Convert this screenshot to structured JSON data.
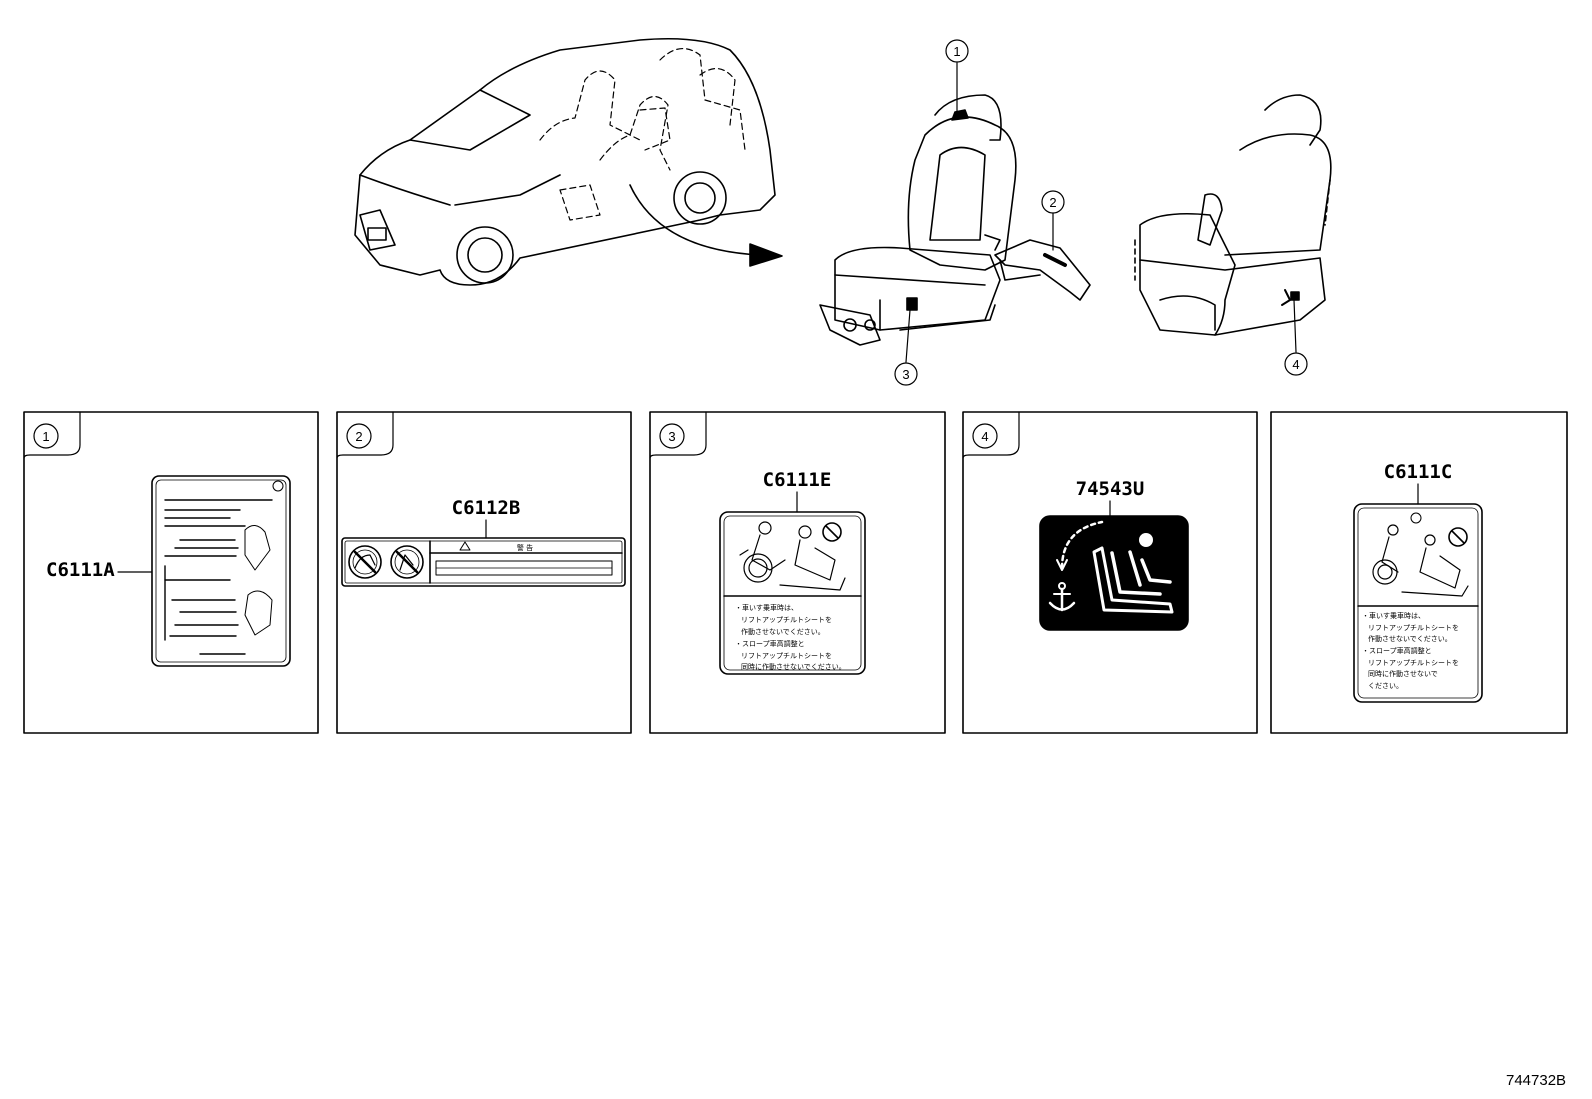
{
  "overview": {
    "callouts": [
      "1",
      "2",
      "3",
      "4"
    ]
  },
  "panels": [
    {
      "callout": "1",
      "part_code": "C6111A"
    },
    {
      "callout": "2",
      "part_code": "C6112B",
      "label_header": "警 告"
    },
    {
      "callout": "3",
      "part_code": "C6111E",
      "label_lines": [
        "・車いす乗車時は、",
        "リフトアップチルトシートを",
        "作動させないでください。",
        "・スロープ車高調整と",
        "リフトアップチルトシートを",
        "同時に作動させないでください。"
      ]
    },
    {
      "callout": "4",
      "part_code": "74543U"
    },
    {
      "callout": "",
      "part_code": "C6111C",
      "label_lines": [
        "・車いす乗車時は、",
        "リフトアップチルトシートを",
        "作動させないでください。",
        "・スロープ車高調整と",
        "リフトアップチルトシートを",
        "同時に作動させないで",
        "ください。"
      ]
    }
  ],
  "drawing_number": "744732B"
}
